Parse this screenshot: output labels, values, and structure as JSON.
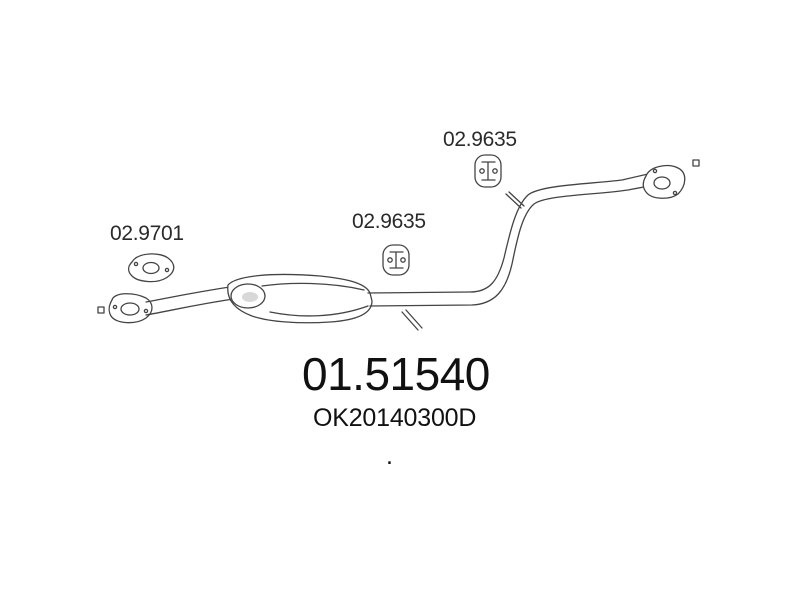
{
  "parts": {
    "gasket_left": {
      "code": "02.9701",
      "icon": "gasket-icon"
    },
    "hanger_middle": {
      "code": "02.9635",
      "icon": "rubber-hanger-icon"
    },
    "hanger_right": {
      "code": "02.9635",
      "icon": "rubber-hanger-icon"
    }
  },
  "main": {
    "part_number": "01.51540",
    "oem_reference": "OK20140300D",
    "dot": "."
  }
}
